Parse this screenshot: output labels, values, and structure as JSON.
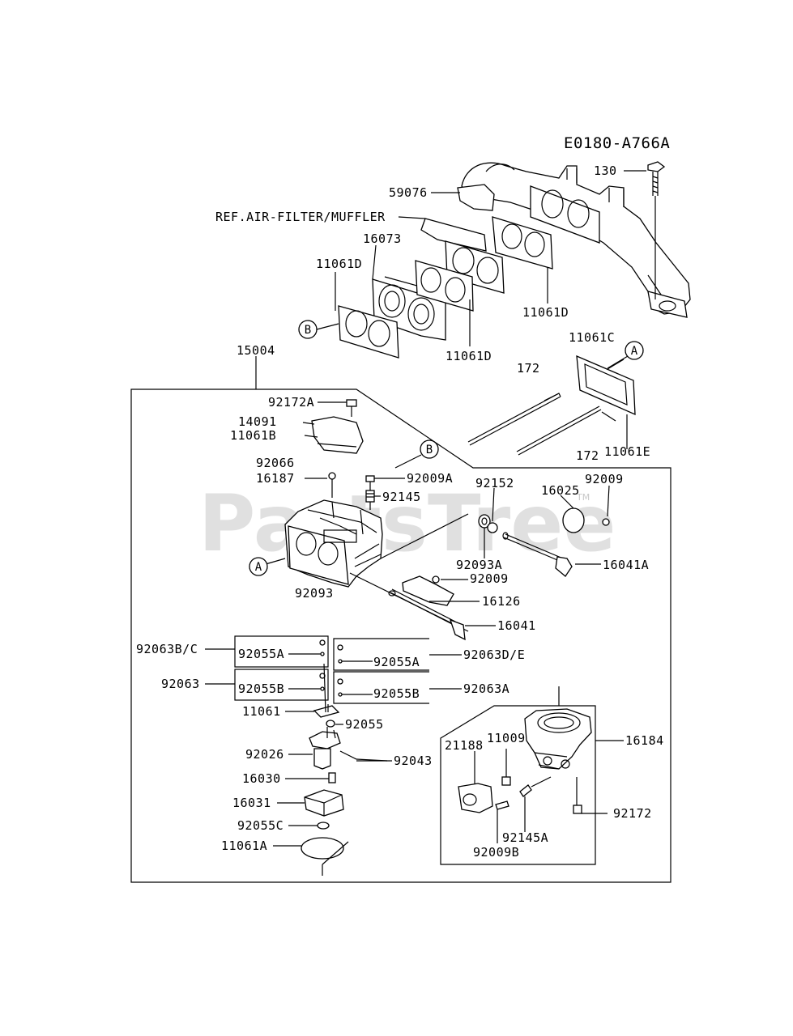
{
  "diagram_code": "E0180-A766A",
  "watermark": "PartsTree",
  "watermark_tm": "TM",
  "callouts": {
    "a": "A",
    "b": "B"
  },
  "labels": {
    "l130": "130",
    "l59076": "59076",
    "ref_air": "REF.AIR-FILTER/MUFFLER",
    "l16073": "16073",
    "l11061D_1": "11061D",
    "l11061D_2": "11061D",
    "l11061D_3": "11061D",
    "l15004": "15004",
    "l11061C": "11061C",
    "l172_1": "172",
    "l172_2": "172",
    "l11061E": "11061E",
    "l92172A": "92172A",
    "l14091": "14091",
    "l11061B": "11061B",
    "l92066": "92066",
    "l16187": "16187",
    "l92009A": "92009A",
    "l92145": "92145",
    "l92152": "92152",
    "l16025": "16025",
    "l92009_1": "92009",
    "l92093A": "92093A",
    "l16041A": "16041A",
    "l92009_2": "92009",
    "l92093": "92093",
    "l16126": "16126",
    "l16041": "16041",
    "l92063BC": "92063B/C",
    "l92055A_1": "92055A",
    "l92055A_2": "92055A",
    "l92063DE": "92063D/E",
    "l92063": "92063",
    "l92055B_1": "92055B",
    "l92055B_2": "92055B",
    "l92063A": "92063A",
    "l11061": "11061",
    "l92055": "92055",
    "l92026": "92026",
    "l92043": "92043",
    "l16030": "16030",
    "l16031": "16031",
    "l92055C": "92055C",
    "l11061A": "11061A",
    "l21188": "21188",
    "l11009": "11009",
    "l16184": "16184",
    "l92172": "92172",
    "l92145A": "92145A",
    "l92009B": "92009B"
  }
}
